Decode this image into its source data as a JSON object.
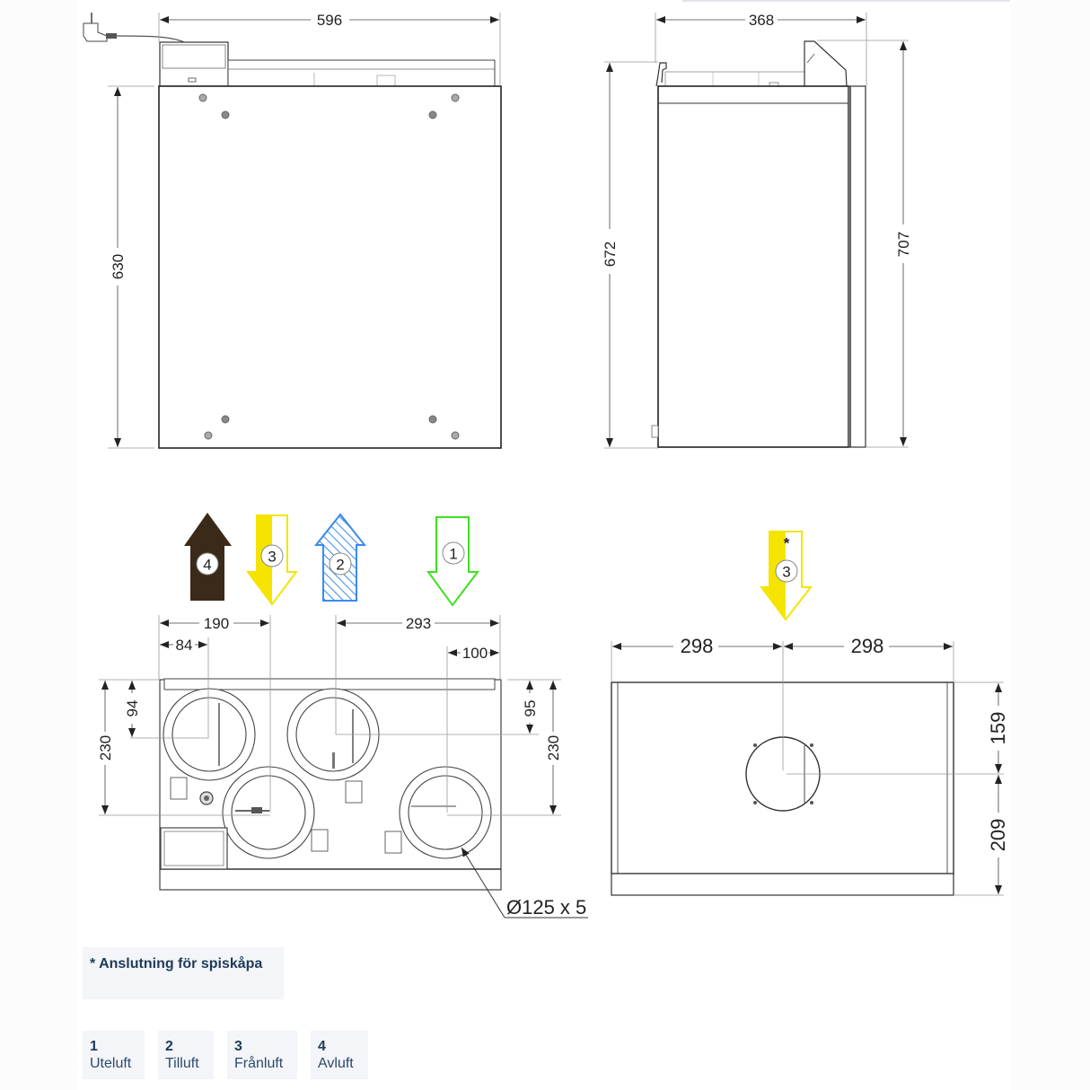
{
  "front_view": {
    "width_dim": "596",
    "height_dim": "630"
  },
  "side_view": {
    "width_dim": "368",
    "height_inner_dim": "672",
    "height_outer_dim": "707"
  },
  "airflow_arrows": [
    {
      "num": "4",
      "name": "Avluft",
      "color": "#3a2a1a",
      "style": "solid",
      "direction": "up"
    },
    {
      "num": "3",
      "name": "Frånluft",
      "color": "#f5e400",
      "style": "half",
      "direction": "down"
    },
    {
      "num": "2",
      "name": "Tilluft",
      "color": "#3a8af0",
      "style": "hatched",
      "direction": "up"
    },
    {
      "num": "1",
      "name": "Uteluft",
      "color": "#3ee01f",
      "style": "outline",
      "direction": "down"
    }
  ],
  "top_view": {
    "dim_190": "190",
    "dim_84": "84",
    "dim_293": "293",
    "dim_100": "100",
    "dim_94": "94",
    "dim_230_left": "230",
    "dim_95": "95",
    "dim_230_right": "230",
    "duct_label": "Ø125 x 5"
  },
  "hood_view": {
    "arrow_num": "3",
    "arrow_mark": "*",
    "dim_left": "298",
    "dim_right": "298",
    "dim_top": "159",
    "dim_bottom": "209"
  },
  "note": {
    "text": "* Anslutning för spiskåpa"
  },
  "legend": [
    {
      "num": "1",
      "label": "Uteluft"
    },
    {
      "num": "2",
      "label": "Tilluft"
    },
    {
      "num": "3",
      "label": "Frånluft"
    },
    {
      "num": "4",
      "label": "Avluft"
    }
  ]
}
